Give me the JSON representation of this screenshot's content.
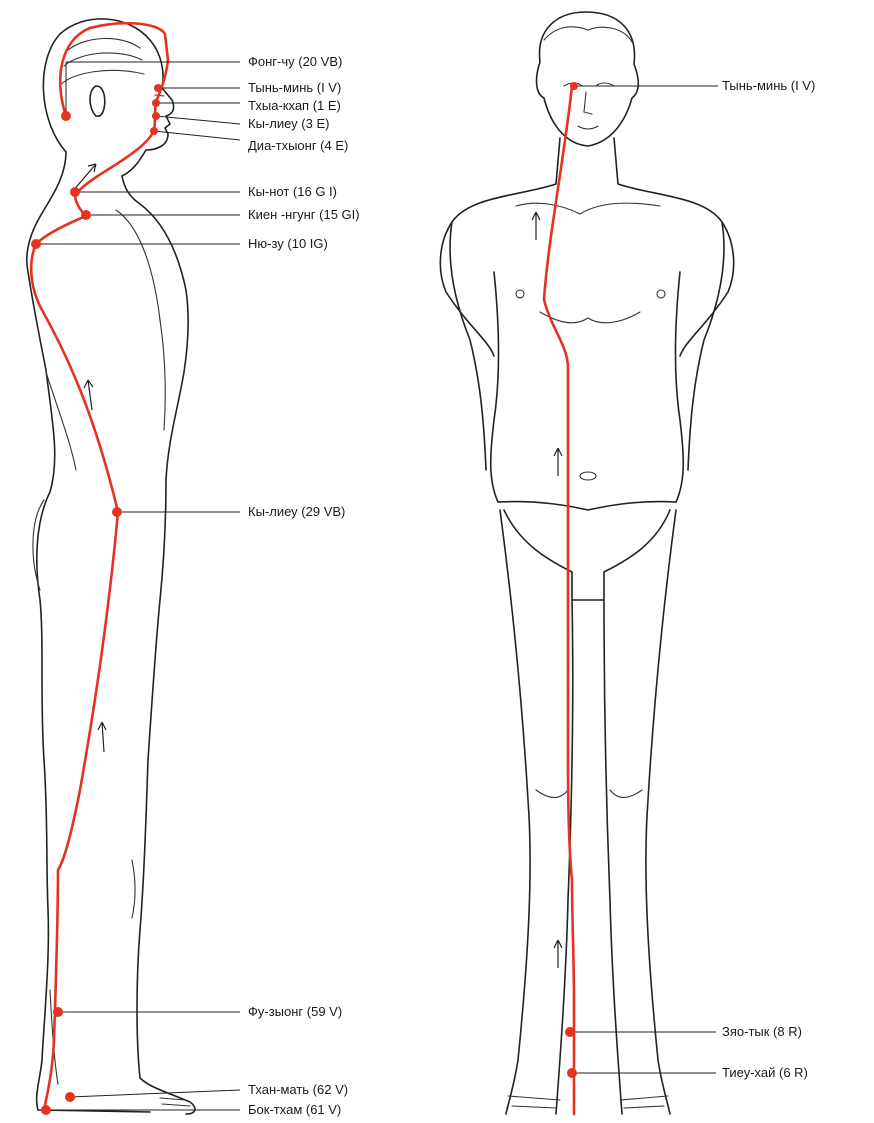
{
  "side_view": {
    "points": [
      {
        "code": "fong-chu",
        "label": "Фонг-чу (20 VB)"
      },
      {
        "code": "tyn-min",
        "label": "Тынь-минь (I V)"
      },
      {
        "code": "tkhua-khap",
        "label": "Тхыа-кхап (1 Е)"
      },
      {
        "code": "ky-lieu-3e",
        "label": "Кы-лиеу (3 Е)"
      },
      {
        "code": "dia-thyong",
        "label": "Диа-тхыонг (4 Е)"
      },
      {
        "code": "ky-not",
        "label": "Кы-нот (16 G I)"
      },
      {
        "code": "kien-ngung",
        "label": "Киен -нгунг (15 GI)"
      },
      {
        "code": "nyu-zu",
        "label": "Ню-зу (10 IG)"
      },
      {
        "code": "ky-lieu-29vb",
        "label": "Кы-лиеу (29 VB)"
      },
      {
        "code": "fu-zyong",
        "label": "Фу-зыонг (59 V)"
      },
      {
        "code": "tkhan-mat",
        "label": "Тхан-мать (62 V)"
      },
      {
        "code": "bok-tkham",
        "label": "Бок-тхам (61 V)"
      }
    ]
  },
  "front_view": {
    "points": [
      {
        "code": "tyn-min-front",
        "label": "Тынь-минь (I V)"
      },
      {
        "code": "zao-tyk",
        "label": "Зяо-тык (8 R)"
      },
      {
        "code": "tieu-khai",
        "label": "Тиеу-хай (6 R)"
      }
    ]
  },
  "colors": {
    "meridian": "#e53322",
    "outline": "#222222",
    "background": "#ffffff"
  }
}
